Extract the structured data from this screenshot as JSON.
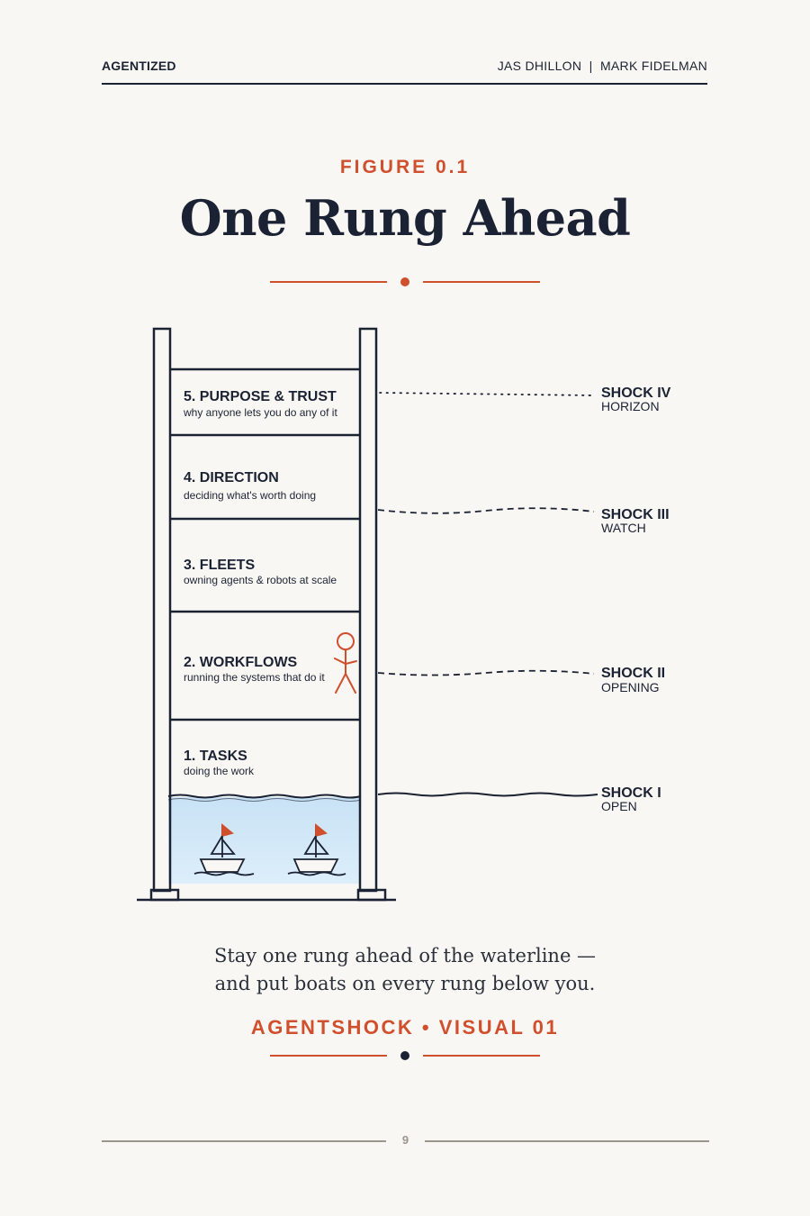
{
  "header": {
    "left": "AGENTIZED",
    "right": "JAS DHILLON  |  MARK FIDELMAN"
  },
  "figure": {
    "label": "FIGURE 0.1",
    "title": "One Rung Ahead"
  },
  "rungs": [
    {
      "title": "5. PURPOSE & TRUST",
      "desc": "why anyone lets you do any of it"
    },
    {
      "title": "4. DIRECTION",
      "desc": "deciding what's worth doing"
    },
    {
      "title": "3. FLEETS",
      "desc": "owning agents & robots at scale"
    },
    {
      "title": "2. WORKFLOWS",
      "desc": "running the systems that do it"
    },
    {
      "title": "1. TASKS",
      "desc": "doing the work"
    }
  ],
  "shocks": [
    {
      "title": "SHOCK IV",
      "status": "HORIZON"
    },
    {
      "title": "SHOCK III",
      "status": "WATCH"
    },
    {
      "title": "SHOCK II",
      "status": "OPENING"
    },
    {
      "title": "SHOCK I",
      "status": "OPEN"
    }
  ],
  "caption": {
    "line1": "Stay one rung ahead of the waterline —",
    "line2": "and put boats on every rung below you."
  },
  "visual_label": "AGENTSHOCK • VISUAL 01",
  "page_number": "9",
  "colors": {
    "navy": "#1b2233",
    "accent": "#d04f2d",
    "water": "#cfe6f7",
    "background": "#f9f7f3"
  }
}
